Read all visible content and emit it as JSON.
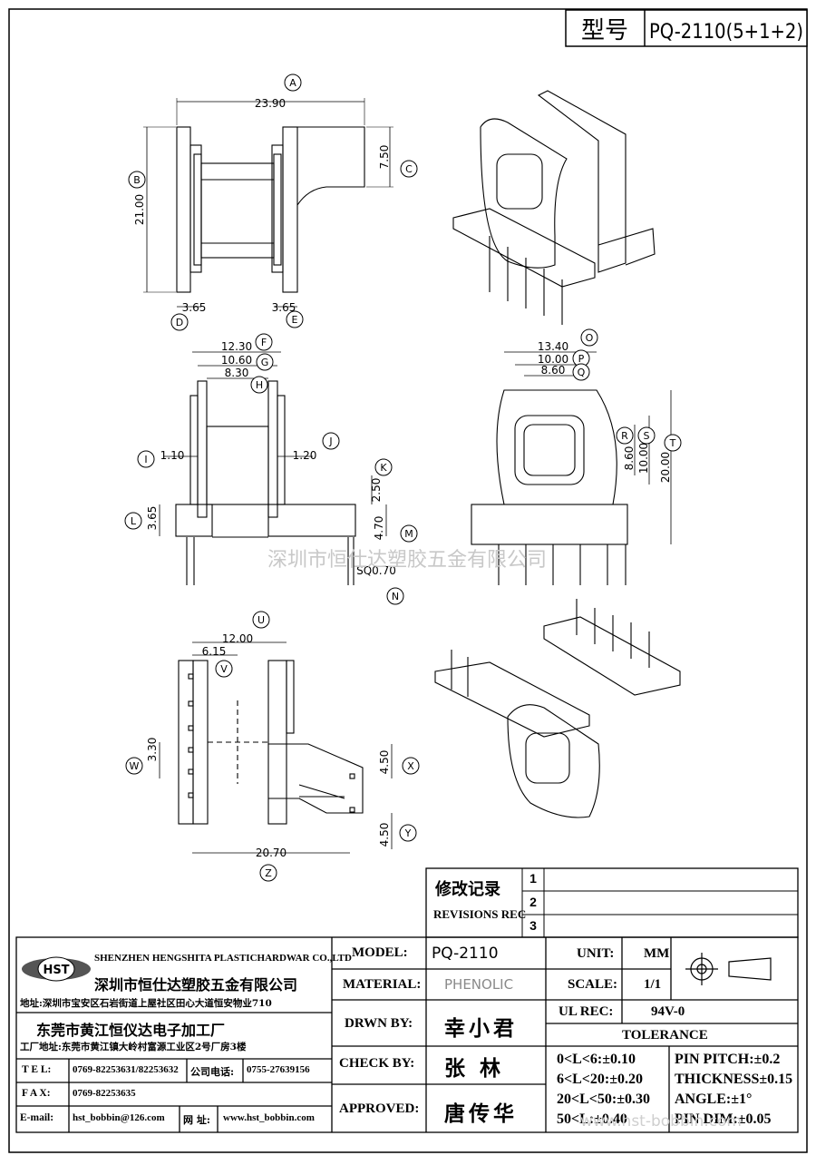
{
  "header": {
    "type_label": "型号",
    "type_value": "PQ-2110(5+1+2)"
  },
  "dims": {
    "A": "23.90",
    "B": "21.00",
    "C": "7.50",
    "D": "3.65",
    "E": "3.65",
    "F": "12.30",
    "G": "10.60",
    "H": "8.30",
    "I": "1.10",
    "J": "1.20",
    "K": "2.50",
    "L": "3.65",
    "M": "4.70",
    "N": "SQ0.70",
    "O": "13.40",
    "P": "10.00",
    "Q": "8.60",
    "R": "8.60",
    "S": "10.00",
    "T": "20.00",
    "U": "12.00",
    "V": "6.15",
    "W": "3.30",
    "X": "4.50",
    "Y": "4.50",
    "Z": "20.70"
  },
  "bubbles": [
    "A",
    "B",
    "C",
    "D",
    "E",
    "F",
    "G",
    "H",
    "I",
    "J",
    "K",
    "L",
    "M",
    "N",
    "O",
    "P",
    "Q",
    "R",
    "S",
    "T",
    "U",
    "V",
    "W",
    "X",
    "Y",
    "Z"
  ],
  "watermark": "深圳市恒仕达塑胶五金有限公司",
  "watermark2": "www.hst-bobbin.com",
  "revisions": {
    "title": "修改记录",
    "subtitle": "REVISIONS REC",
    "marks": [
      "1",
      "2",
      "3"
    ]
  },
  "company": {
    "name_en": "SHENZHEN HENGSHITA PLASTICHARDWAR CO.,LTD",
    "name_cn": "深圳市恒仕达塑胶五金有限公司",
    "addr1": "地址:深圳市宝安区石岩街道上屋社区田心大道恒安物业710",
    "factory_name": "东莞市黄江恒仪达电子加工厂",
    "factory_addr": "工厂地址:东莞市黄江镇大岭村富源工业区2号厂房3楼",
    "tel_label": "T E L:",
    "tel": "0769-82253631/82253632",
    "phone_label": "公司电话:",
    "phone": "0755-27639156",
    "fax_label": "F A X:",
    "fax": "0769-82253635",
    "email_label": "E-mail:",
    "email": "hst_bobbin@126.com",
    "web_label": "网 址:",
    "web": "www.hst_bobbin.com"
  },
  "titleblock": {
    "model_label": "MODEL:",
    "model": "PQ-2110",
    "material_label": "MATERIAL:",
    "material": "PHENOLIC",
    "drawn_label": "DRWN BY:",
    "drawn": "幸小君",
    "check_label": "CHECK BY:",
    "check": "张  林",
    "approved_label": "APPROVED:",
    "approved": "唐传华",
    "unit_label": "UNIT:",
    "unit": "MM",
    "scale_label": "SCALE:",
    "scale": "1/1",
    "ulrec_label": "UL REC:",
    "ulrec": "94V-0",
    "tolerance_label": "TOLERANCE",
    "tol": [
      "0<L<6:±0.10",
      "6<L<20:±0.20",
      "20<L<50:±0.30",
      "50<L:±0.40"
    ],
    "tol2": [
      "PIN PITCH:±0.2",
      "THICKNESS±0.15",
      "ANGLE:±1°",
      "PIN DIM:±0.05"
    ]
  }
}
